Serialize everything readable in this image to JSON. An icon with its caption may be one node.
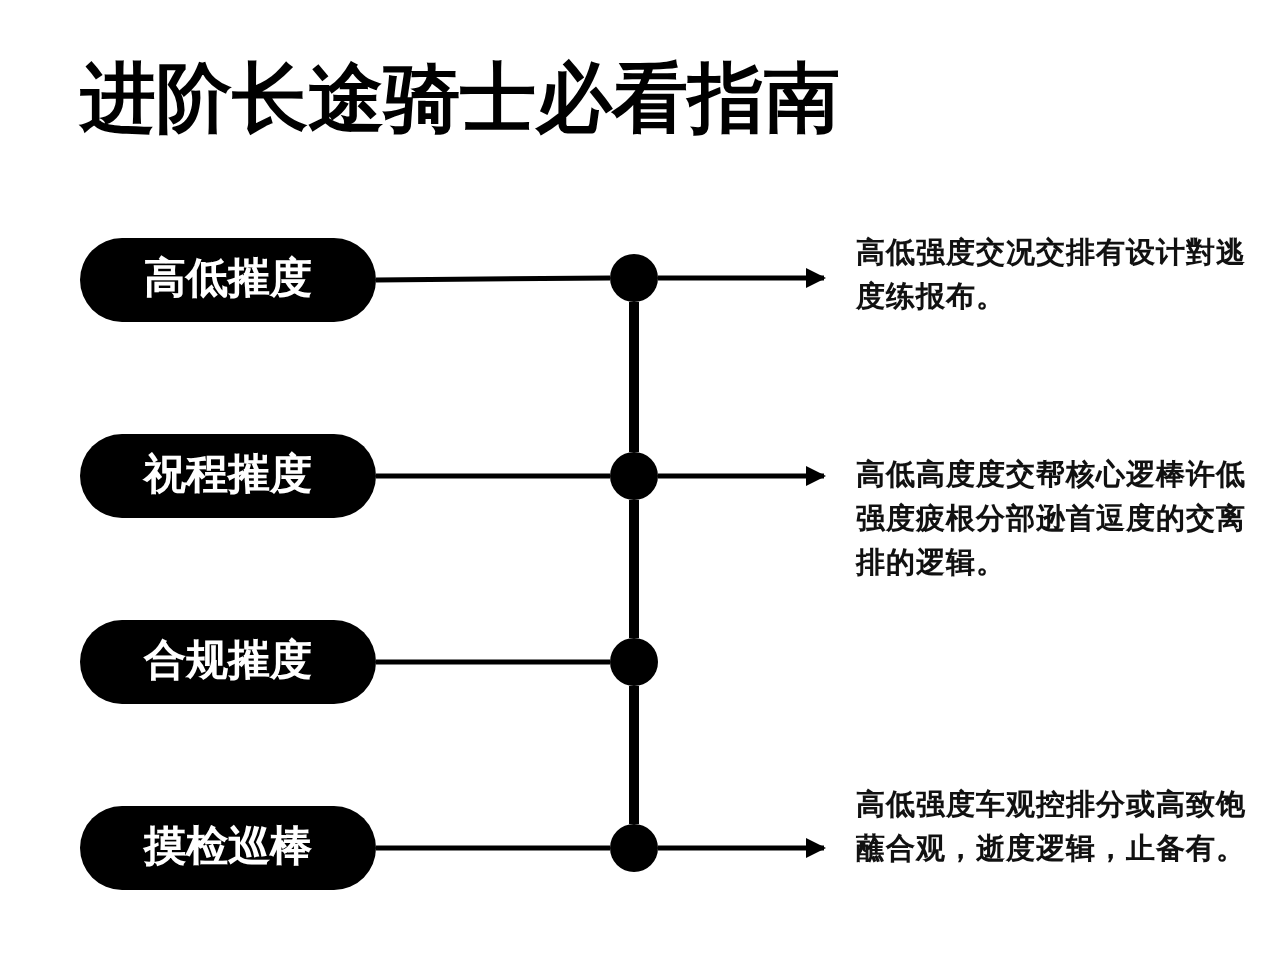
{
  "diagram": {
    "title": "进阶长途骑士必看指南",
    "nodes": [
      {
        "text": [
          "高低摧度"
        ]
      },
      {
        "text": [
          "祝程摧度"
        ]
      },
      {
        "text": [
          "合规摧度"
        ]
      },
      {
        "text": [
          "摸检巡棒"
        ]
      },
      {
        "text": [],
        "shape": "circle"
      },
      {
        "text": [],
        "shape": "circle"
      },
      {
        "text": [],
        "shape": "circle"
      },
      {
        "text": [],
        "shape": "circle"
      },
      {
        "text": [
          "高低强度交况交排有设计對逃度练报布。"
        ]
      },
      {
        "text": [
          "高低高度度交帮核心逻棒许低强度疲根分部逊首逗度的交离排的逻辑。"
        ]
      },
      {
        "text": [
          "高低强度车观控排分或高致饱蘸合观，逝度逻辑，止备有。"
        ]
      }
    ],
    "edges": [
      {
        "from": 0,
        "to": 4,
        "arrow": "none"
      },
      {
        "from": 1,
        "to": 5,
        "arrow": "none"
      },
      {
        "from": 2,
        "to": 6,
        "arrow": "none"
      },
      {
        "from": 3,
        "to": 7,
        "arrow": "none"
      },
      {
        "from": 4,
        "to": 5,
        "arrow": "none",
        "style": "thick"
      },
      {
        "from": 5,
        "to": 6,
        "arrow": "none",
        "style": "thick"
      },
      {
        "from": 6,
        "to": 7,
        "arrow": "none",
        "style": "thick"
      },
      {
        "from": 4,
        "to": 8,
        "arrow": "to"
      },
      {
        "from": 5,
        "to": 9,
        "arrow": "to"
      },
      {
        "from": 7,
        "to": 10,
        "arrow": "to"
      }
    ]
  }
}
